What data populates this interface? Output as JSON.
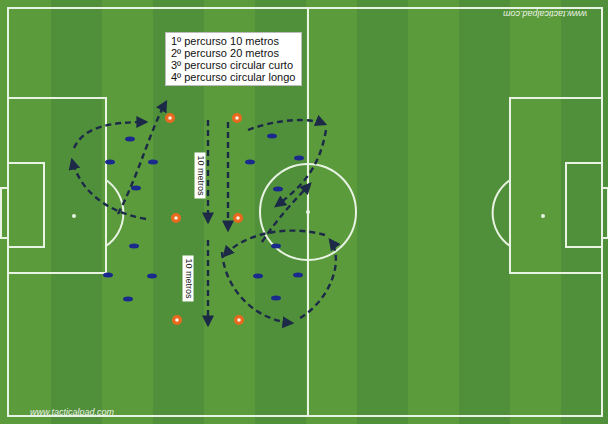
{
  "diagram": {
    "nodes": [
      {
        "text": [
          "1º percurso 10 metros",
          "2º percurso 20 metros",
          "3º percurso circular curto",
          "4º percurso circular longo"
        ]
      }
    ],
    "labels": [
      "10 metros",
      "10 metros",
      "www.tacticalpad.com",
      "www.tacticalpad.com"
    ]
  }
}
